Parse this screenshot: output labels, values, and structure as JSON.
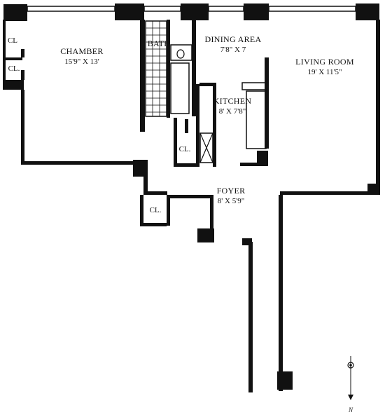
{
  "plan": {
    "rooms": {
      "chamber": {
        "name": "CHAMBER",
        "dims": "15'9\" X 13'"
      },
      "bath": {
        "name": "BATH"
      },
      "dining": {
        "name": "DINING AREA",
        "dims": "7'8\" X 7"
      },
      "living": {
        "name": "LIVING ROOM",
        "dims": "19' X 11'5\""
      },
      "kitchen": {
        "name": "KITCHEN",
        "dims": "8' X 7'8\""
      },
      "foyer": {
        "name": "FOYER",
        "dims": "8' X 5'9\""
      }
    },
    "closets": {
      "chamber_upper": "CL",
      "chamber_lower": "CL.",
      "hall": "CL.",
      "foyer": "CL."
    },
    "compass": {
      "north_label": "N"
    }
  }
}
